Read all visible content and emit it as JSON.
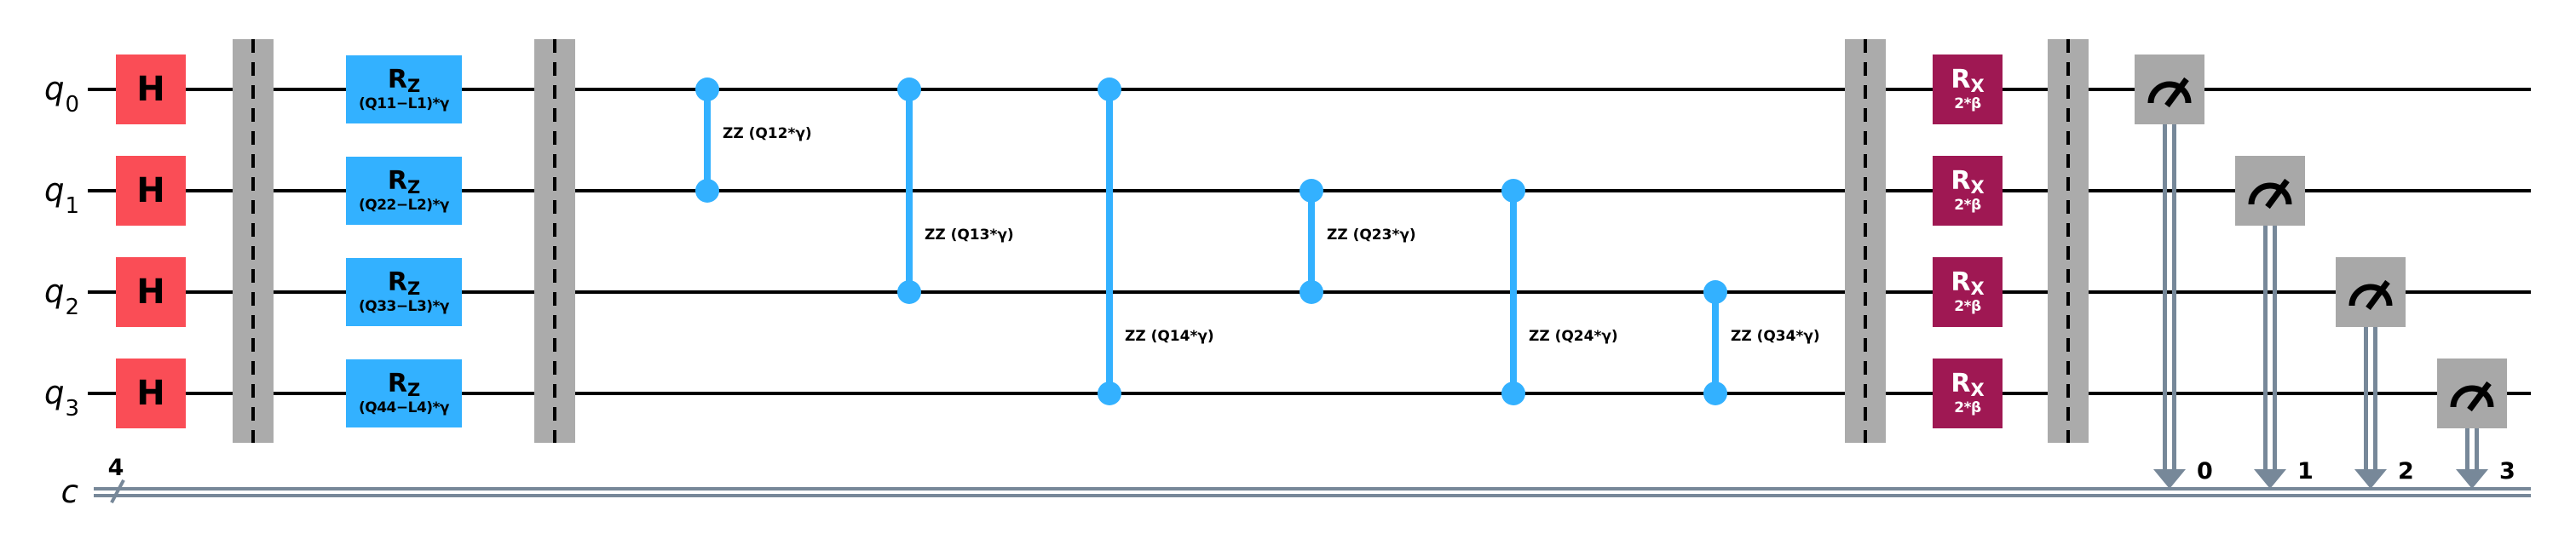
{
  "circuit": {
    "qubits": [
      {
        "name": "q",
        "index": "0"
      },
      {
        "name": "q",
        "index": "1"
      },
      {
        "name": "q",
        "index": "2"
      },
      {
        "name": "q",
        "index": "3"
      }
    ],
    "classical_register": {
      "name": "c",
      "size": "4"
    },
    "hadamard_label": "H",
    "rz_layer": {
      "gate": "R",
      "sub": "Z",
      "params": [
        "(Q11−L1)*γ",
        "(Q22−L2)*γ",
        "(Q33−L3)*γ",
        "(Q44−L4)*γ"
      ]
    },
    "zz_layer": {
      "labels": [
        "ZZ (Q12*γ)",
        "ZZ (Q13*γ)",
        "ZZ (Q14*γ)",
        "ZZ (Q23*γ)",
        "ZZ (Q24*γ)",
        "ZZ (Q34*γ)"
      ]
    },
    "rx_layer": {
      "gate": "R",
      "sub": "X",
      "param": "2*β"
    },
    "measurement_bit_labels": [
      "0",
      "1",
      "2",
      "3"
    ]
  },
  "colors": {
    "h_gate": "#FA4D56",
    "rz_gate": "#33B1FF",
    "zz_connector": "#33B1FF",
    "rx_gate": "#9F1853",
    "measure_gate": "#A8A8A8",
    "barrier": "#ABABAB",
    "quantum_wire": "#000000",
    "classical_wire": "#778899",
    "text": "#000000"
  }
}
